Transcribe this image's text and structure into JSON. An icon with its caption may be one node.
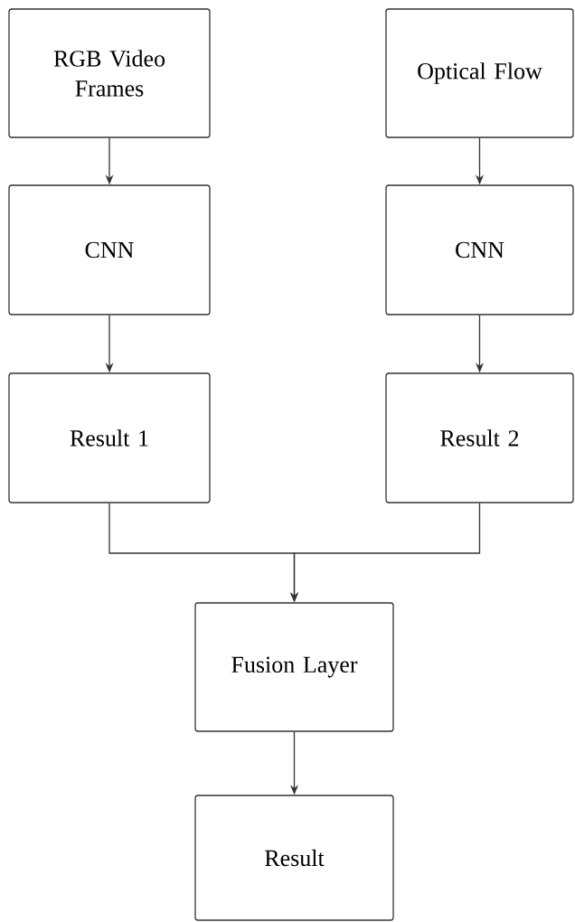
{
  "diagram": {
    "nodes": [
      {
        "text": [
          "RGB Video Frames"
        ]
      },
      {
        "text": [
          "Optical Flow"
        ]
      },
      {
        "text": [
          "CNN"
        ]
      },
      {
        "text": [
          "CNN"
        ]
      },
      {
        "text": [
          "Result 1"
        ]
      },
      {
        "text": [
          "Result 2"
        ]
      },
      {
        "text": [
          "Fusion Layer"
        ]
      },
      {
        "text": [
          "Result"
        ]
      }
    ],
    "edges": [
      {
        "from": 0,
        "to": 2,
        "arrow": "to"
      },
      {
        "from": 1,
        "to": 3,
        "arrow": "to"
      },
      {
        "from": 2,
        "to": 4,
        "arrow": "to"
      },
      {
        "from": 3,
        "to": 5,
        "arrow": "to"
      },
      {
        "from": 4,
        "to": 6,
        "arrow": "to"
      },
      {
        "from": 5,
        "to": 6,
        "arrow": "to"
      },
      {
        "from": 6,
        "to": 7,
        "arrow": "to"
      }
    ]
  }
}
